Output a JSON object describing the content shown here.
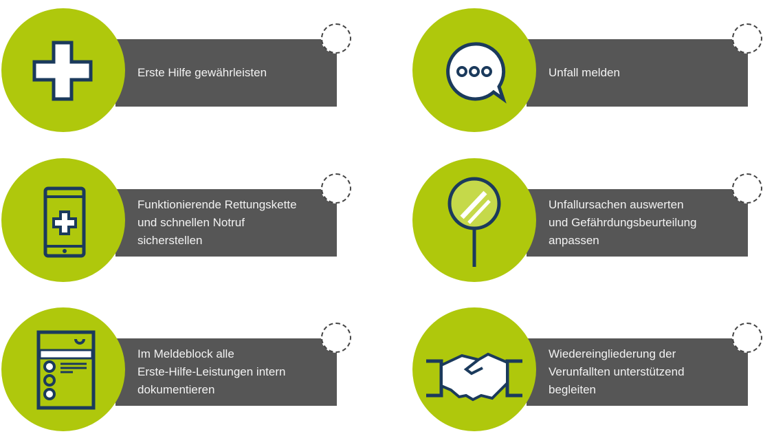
{
  "colors": {
    "accent": "#afc80c",
    "bar": "#565656",
    "icon": "#1b3a5c"
  },
  "items": [
    {
      "label": "Erste Hilfe  gewährleisten",
      "icon": "first-aid-cross-icon"
    },
    {
      "label": "Unfall melden",
      "icon": "speech-bubble-icon"
    },
    {
      "label": "Funktionierende Rettungskette\nund schnellen Notruf\nsicherstellen",
      "icon": "smartphone-cross-icon"
    },
    {
      "label": "Unfallursachen auswerten\nund Gefährdungsbeurteilung\nanpassen",
      "icon": "magnifier-icon"
    },
    {
      "label": "Im Meldeblock alle\nErste-Hilfe-Leistungen intern\ndokumentieren",
      "icon": "report-form-icon"
    },
    {
      "label": "Wiedereingliederung der\nVerunfallten unterstützend\nbegleiten",
      "icon": "handshake-icon"
    }
  ]
}
